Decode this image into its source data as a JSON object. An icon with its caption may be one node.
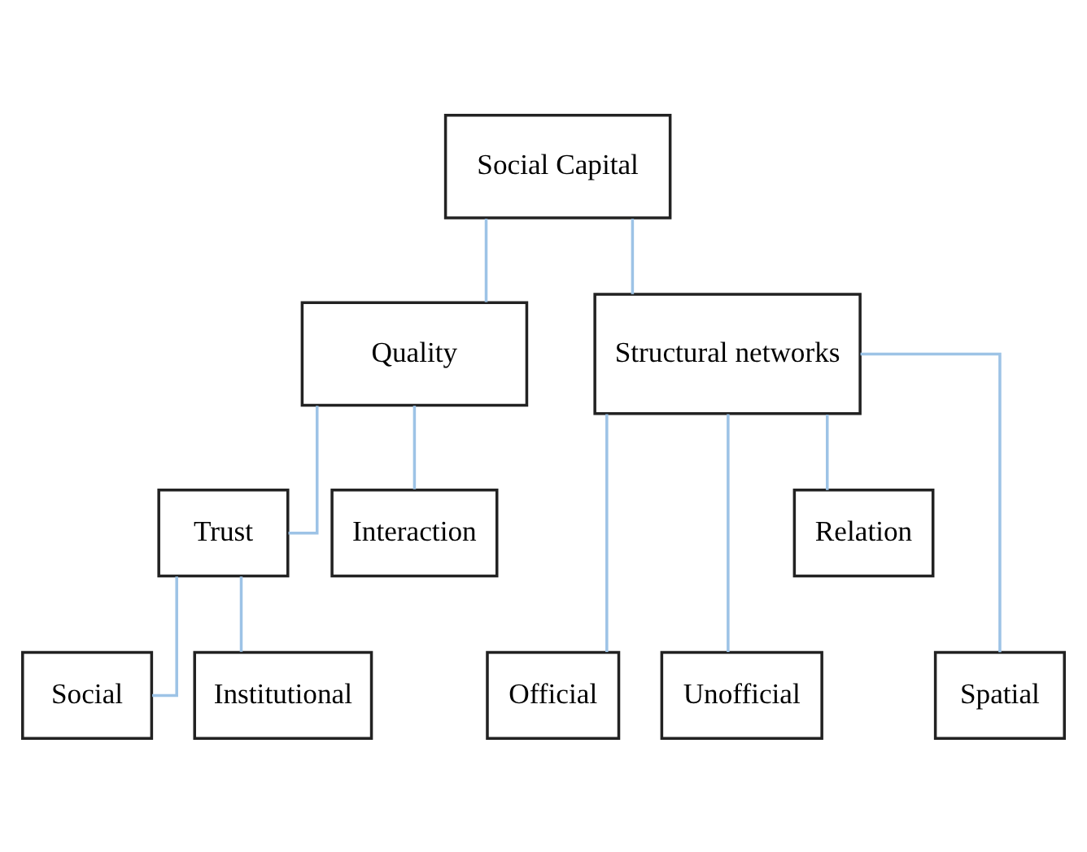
{
  "diagram": {
    "nodes": [
      {
        "text": [
          "Social Capital"
        ]
      },
      {
        "text": [
          "Quality"
        ]
      },
      {
        "text": [
          "Structural networks"
        ]
      },
      {
        "text": [
          "Trust"
        ]
      },
      {
        "text": [
          "Interaction"
        ]
      },
      {
        "text": [
          "Official"
        ]
      },
      {
        "text": [
          "Unofficial"
        ]
      },
      {
        "text": [
          "Relation"
        ]
      },
      {
        "text": [
          "Spatial"
        ]
      },
      {
        "text": [
          "Social"
        ]
      },
      {
        "text": [
          "Institutional"
        ]
      }
    ],
    "edges": [
      {
        "from": 0,
        "to": 1,
        "arrow": "none"
      },
      {
        "from": 0,
        "to": 2,
        "arrow": "none"
      },
      {
        "from": 1,
        "to": 3,
        "arrow": "none"
      },
      {
        "from": 1,
        "to": 4,
        "arrow": "none"
      },
      {
        "from": 2,
        "to": 5,
        "arrow": "none"
      },
      {
        "from": 2,
        "to": 6,
        "arrow": "none"
      },
      {
        "from": 2,
        "to": 7,
        "arrow": "none"
      },
      {
        "from": 2,
        "to": 8,
        "arrow": "none"
      },
      {
        "from": 3,
        "to": 9,
        "arrow": "none"
      },
      {
        "from": 3,
        "to": 10,
        "arrow": "none"
      }
    ]
  }
}
